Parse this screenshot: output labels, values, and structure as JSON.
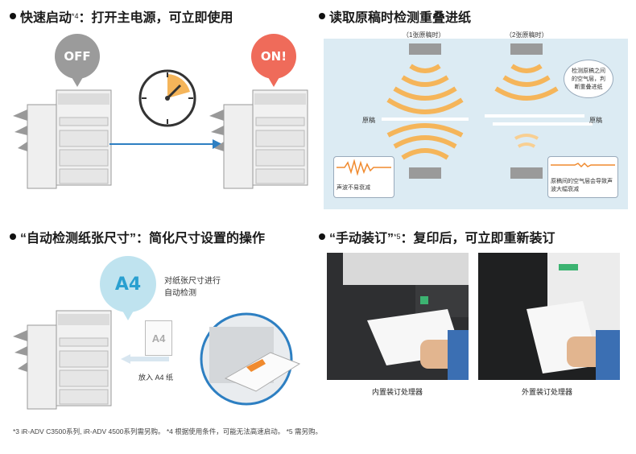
{
  "sections": {
    "quick_start": {
      "title": "快速启动",
      "sup": "*4",
      "rest": "：打开主电源，可立即使用",
      "off_label": "OFF",
      "on_label": "ON!"
    },
    "double_feed": {
      "title": "读取原稿时检测重叠进纸",
      "label_one": "（1张原稿时）",
      "label_two": "（2张原稿时）",
      "doc_left": "原稿",
      "doc_right": "原稿",
      "callout_top": "检测原稿之间的空气层，判断重叠进纸",
      "callout_left": "声波不易衰减",
      "callout_right": "原稿间的空气层会导致声波大幅衰减"
    },
    "auto_detect": {
      "title": "“自动检测纸张尺寸”：简化尺寸设置的操作",
      "badge": "A4",
      "desc_line1": "对纸张尺寸进行",
      "desc_line2": "自动检测",
      "paper_label": "A4",
      "place_label": "放入 A4 纸"
    },
    "manual_staple": {
      "title": "“手动装订”",
      "sup": "*5",
      "rest": "：复印后，可立即重新装订",
      "caption_left": "内置装订处理器",
      "caption_right": "外置装订处理器"
    }
  },
  "footnote": "*3 iR-ADV C3500系列, iR-ADV 4500系列需另购。  *4 根据使用条件，可能无法高速启动。  *5 需另购。",
  "colors": {
    "off": "#9b9b9b",
    "on": "#ef6b5a",
    "badge": "#bfe3ef",
    "badge_text": "#2aa0d0",
    "wave": "#f5b55a",
    "arrow": "#2d7fc2"
  }
}
